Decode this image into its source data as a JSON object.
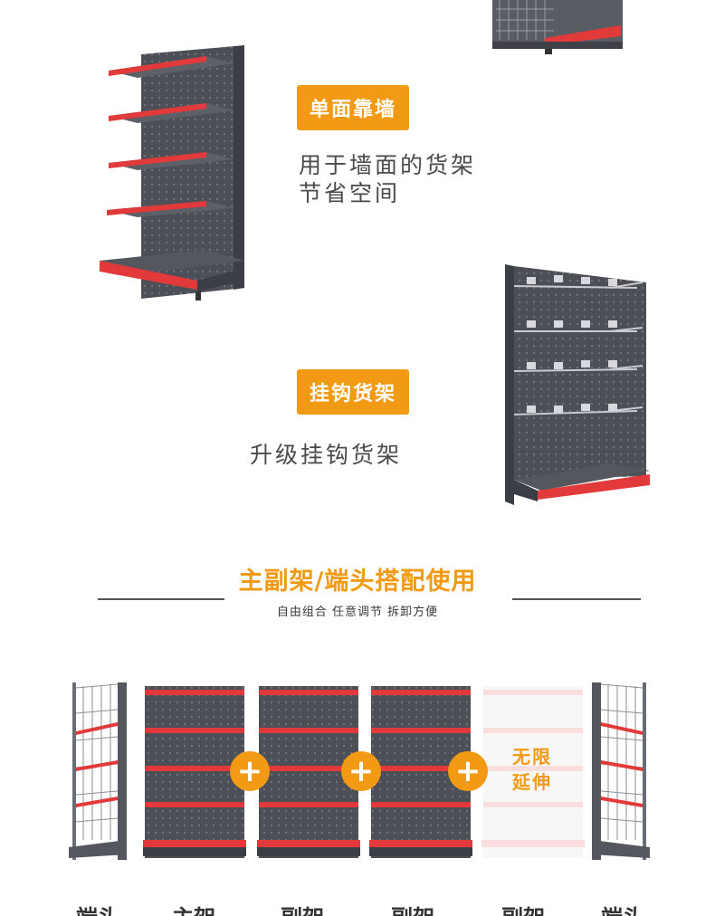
{
  "colors": {
    "accent": "#f29a14",
    "shelf_dark": "#4b4d55",
    "shelf_red": "#e23a3a"
  },
  "wall_shelf": {
    "badge": "单面靠墙",
    "desc_line1": "用于墙面的货架",
    "desc_line2": "节省空间"
  },
  "hook_shelf": {
    "badge": "挂钩货架",
    "desc": "升级挂钩货架"
  },
  "combo": {
    "title": "主副架/端头搭配使用",
    "subtitle": "自由组合 任意调节 拆卸方便",
    "plus_symbol": "+",
    "unlimited_line1": "无限",
    "unlimited_line2": "延伸",
    "bottom_labels": [
      "端头",
      "主架",
      "副架",
      "副架",
      "副架",
      "端头"
    ]
  }
}
